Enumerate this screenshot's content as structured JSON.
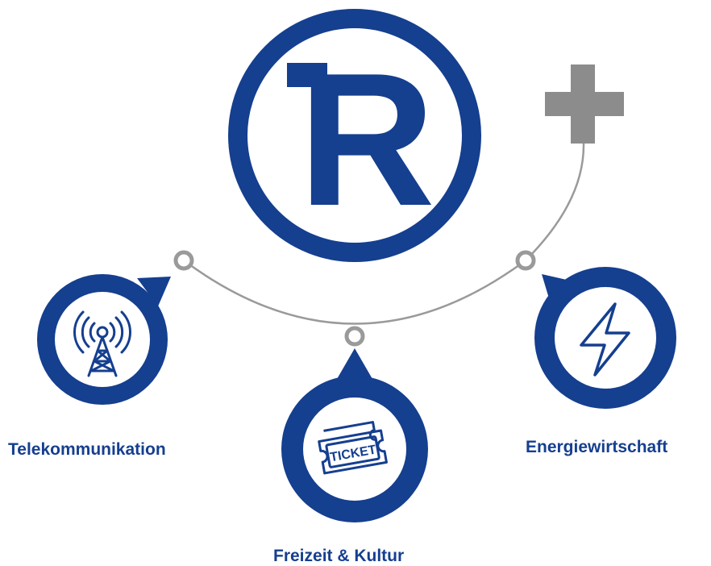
{
  "colors": {
    "brand_blue": "#153f8f",
    "connector_gray": "#9a9a9a",
    "plus_gray": "#8c8c8c",
    "background": "#ffffff"
  },
  "logo": {
    "letter": "R",
    "plus_symbol": "+"
  },
  "nodes": [
    {
      "id": "telekommunikation",
      "label": "Telekommunikation",
      "icon": "radio-tower-icon"
    },
    {
      "id": "freizeit",
      "label": "Freizeit & Kultur",
      "icon": "ticket-icon",
      "icon_text": "TICKET"
    },
    {
      "id": "energie",
      "label": "Energiewirtschaft",
      "icon": "lightning-bolt-icon"
    }
  ]
}
